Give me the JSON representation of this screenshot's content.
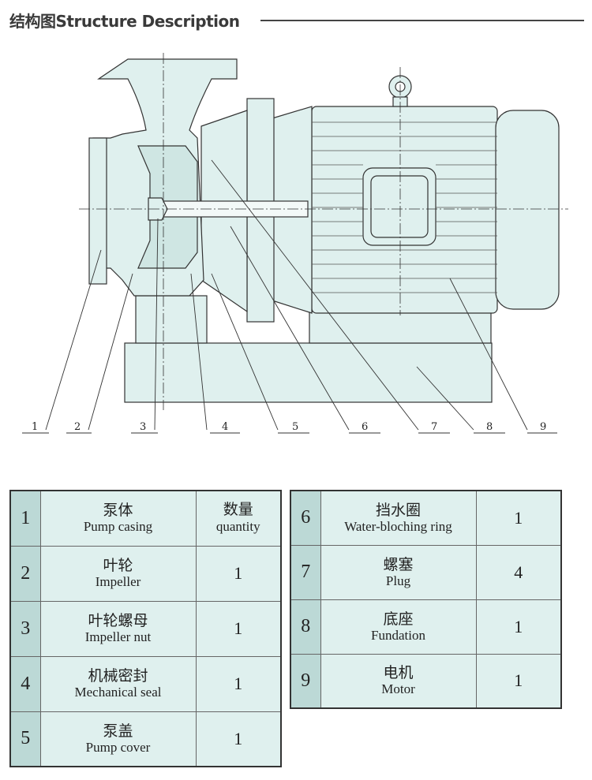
{
  "header": {
    "title": "结构图Structure Description"
  },
  "diagram": {
    "callouts": [
      "1",
      "2",
      "3",
      "4",
      "5",
      "6",
      "7",
      "8",
      "9"
    ]
  },
  "parts_table": {
    "quantity_header": {
      "cn": "数量",
      "en": "quantity"
    },
    "left": [
      {
        "no": "1",
        "cn": "泵体",
        "en": "Pump casing",
        "qty": ""
      },
      {
        "no": "2",
        "cn": "叶轮",
        "en": "Impeller",
        "qty": "1"
      },
      {
        "no": "3",
        "cn": "叶轮螺母",
        "en": "Impeller nut",
        "qty": "1"
      },
      {
        "no": "4",
        "cn": "机械密封",
        "en": "Mechanical seal",
        "qty": "1"
      },
      {
        "no": "5",
        "cn": "泵盖",
        "en": "Pump cover",
        "qty": "1"
      }
    ],
    "right": [
      {
        "no": "6",
        "cn": "挡水圈",
        "en": "Water-bloching ring",
        "qty": "1"
      },
      {
        "no": "7",
        "cn": "螺塞",
        "en": "Plug",
        "qty": "4"
      },
      {
        "no": "8",
        "cn": "底座",
        "en": "Fundation",
        "qty": "1"
      },
      {
        "no": "9",
        "cn": "电机",
        "en": "Motor",
        "qty": "1"
      }
    ]
  },
  "colors": {
    "fill": "#dff0ee",
    "index_fill": "#bcd9d6",
    "line": "#333333"
  }
}
